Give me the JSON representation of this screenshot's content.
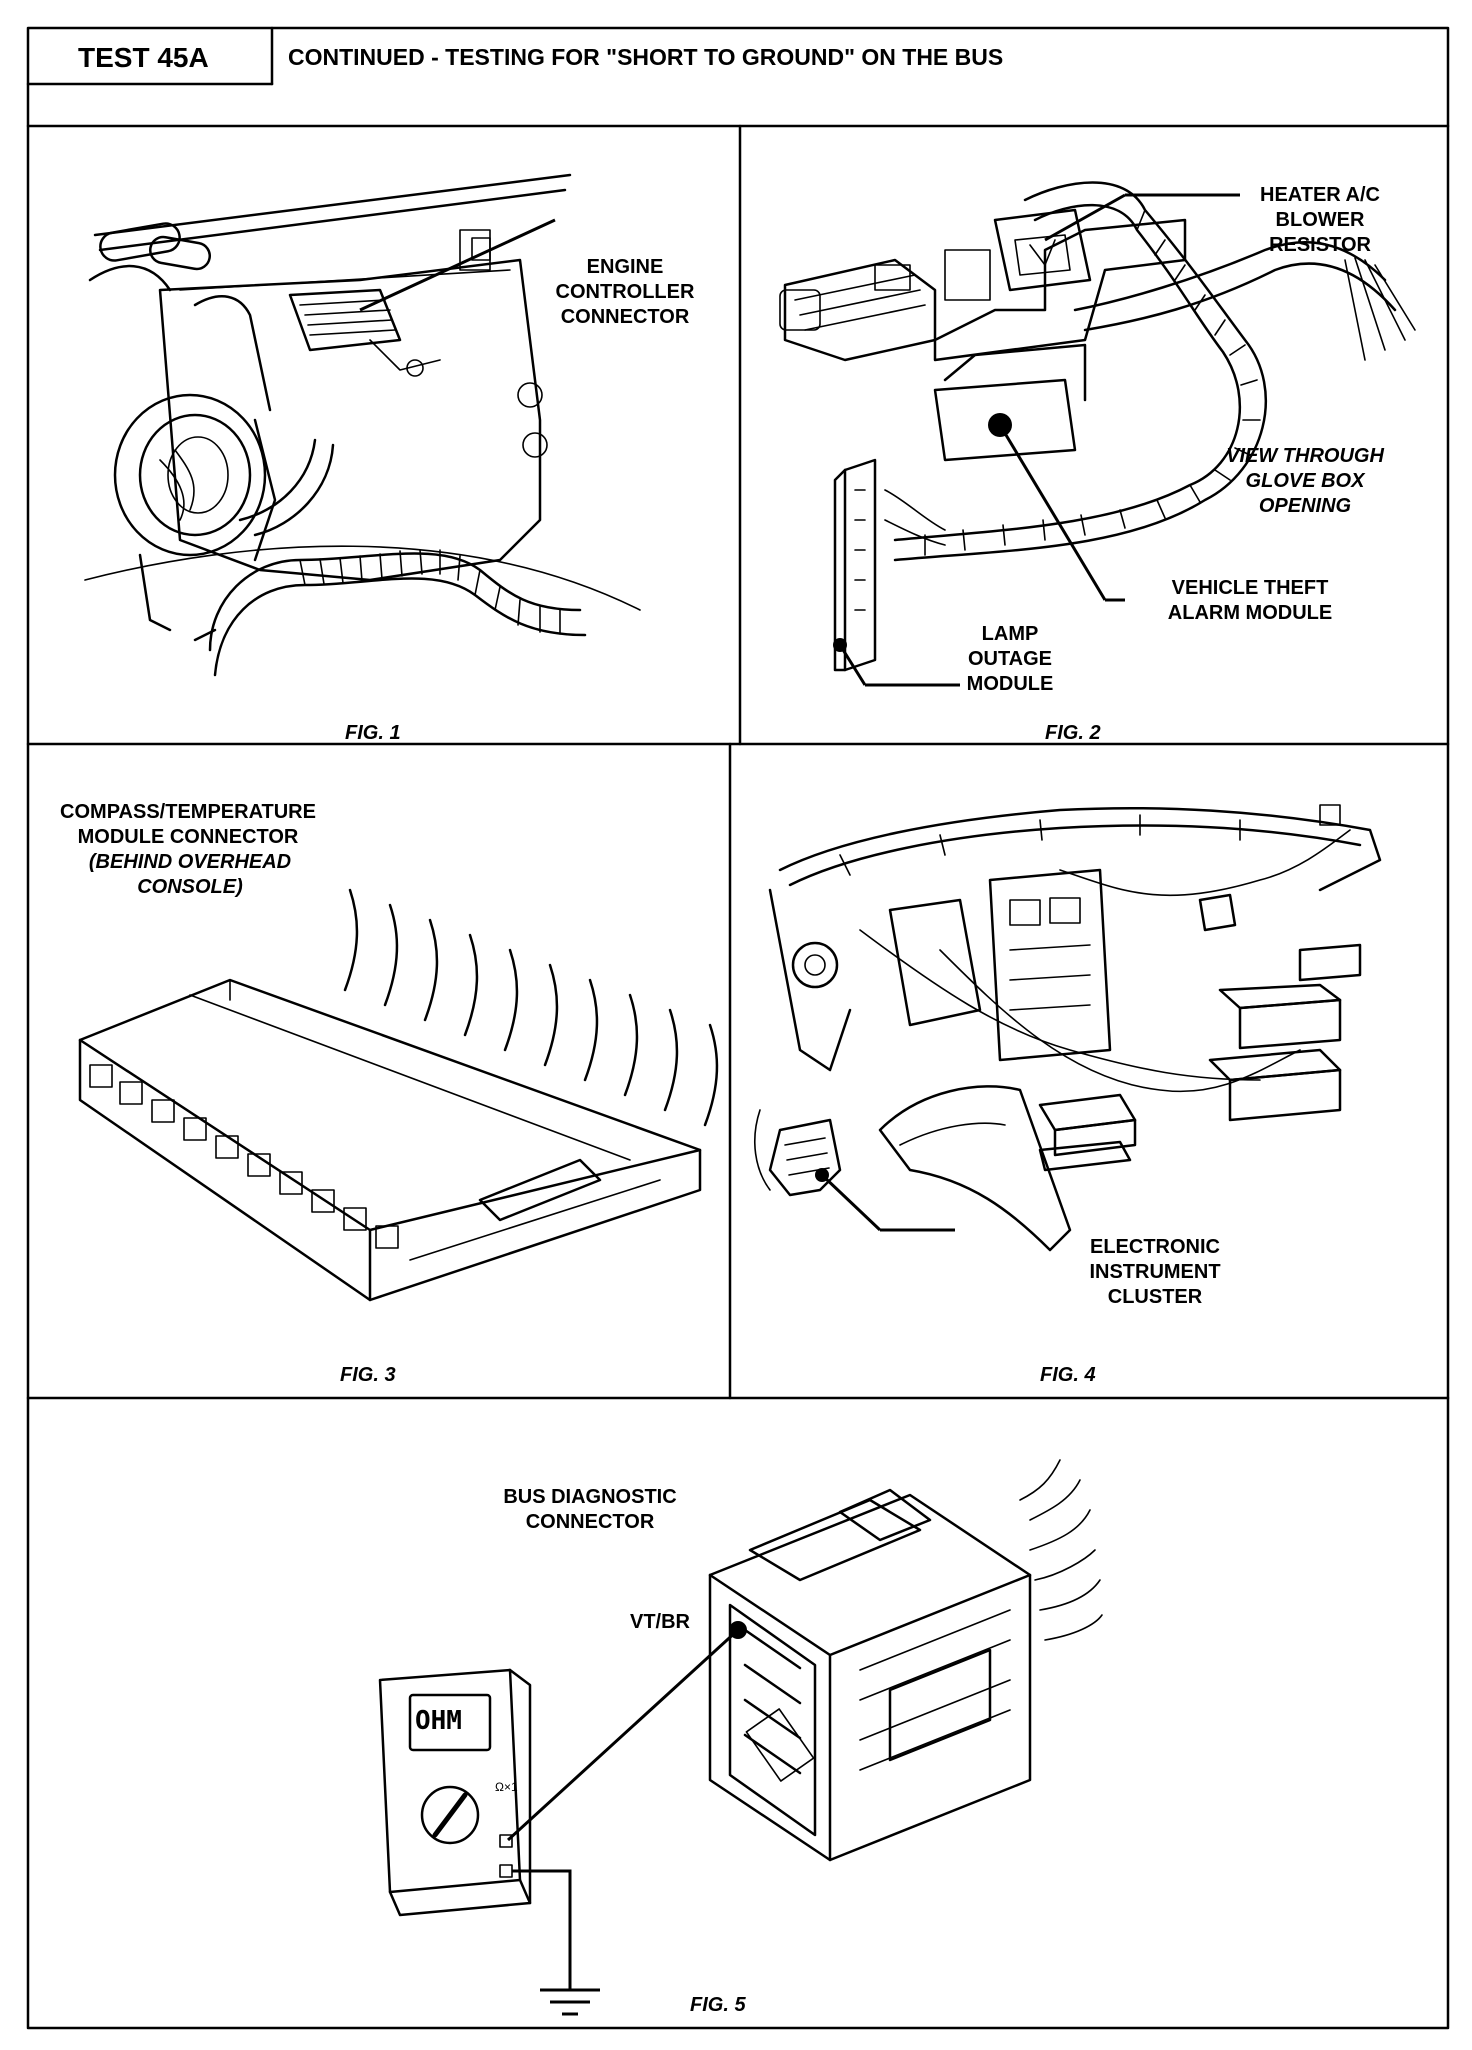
{
  "header": {
    "test_id": "TEST 45A",
    "title": "CONTINUED - TESTING FOR \"SHORT TO GROUND\" ON THE BUS"
  },
  "figures": {
    "fig1": {
      "caption": "FIG. 1",
      "label": "ENGINE\nCONTROLLER\nCONNECTOR"
    },
    "fig2": {
      "caption": "FIG. 2",
      "heater_label": "HEATER A/C\nBLOWER\nRESISTOR",
      "view_label": "VIEW THROUGH\nGLOVE BOX\nOPENING",
      "theft_label": "VEHICLE THEFT\nALARM MODULE",
      "lamp_label": "LAMP\nOUTAGE\nMODULE"
    },
    "fig3": {
      "caption": "FIG. 3",
      "label": "COMPASS/TEMPERATURE\nMODULE CONNECTOR",
      "sublabel": "(BEHIND OVERHEAD\nCONSOLE)"
    },
    "fig4": {
      "caption": "FIG. 4",
      "label": "ELECTRONIC\nINSTRUMENT\nCLUSTER"
    },
    "fig5": {
      "caption": "FIG. 5",
      "label": "BUS DIAGNOSTIC\nCONNECTOR",
      "wire_label": "VT/BR",
      "meter_display": "OHM",
      "meter_range": "Ω×1"
    }
  }
}
